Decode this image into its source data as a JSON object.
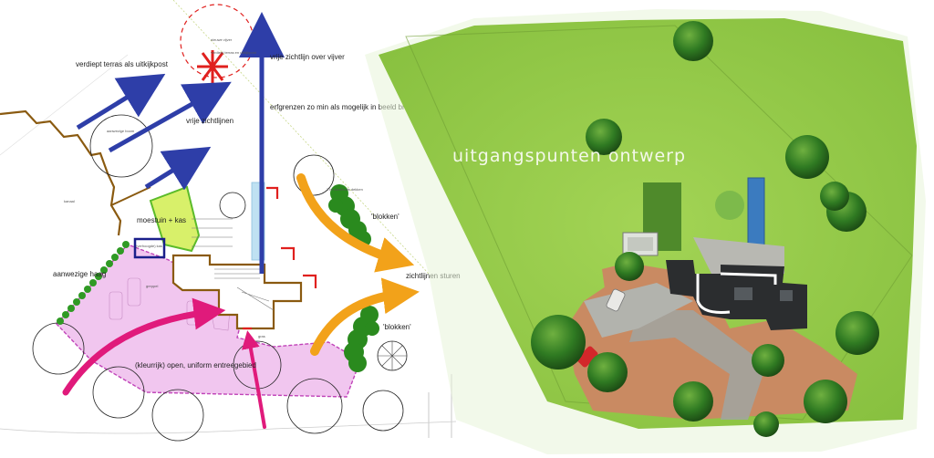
{
  "plan": {
    "labels": {
      "verdiept": "verdiept terras als uitkijkpost",
      "vrije_vijver": "vrije zichtlijn over vijver",
      "erfgrenzen": "erfgrenzen zo min als mogelijk in beeld brengen",
      "vrije_zichtlijnen": "vrije zichtlijnen",
      "moestuin": "moestuin + kas",
      "blokken_top": "'blokken'",
      "blokken_bottom": "'blokken'",
      "zichtlijnen_sturen": "zichtlijnen sturen",
      "aanwezige_haag": "aanwezige haag",
      "entree": "(kleurrijk) open, uniform entreegebied"
    },
    "small_labels": {
      "nieuwe_vijver": "nieuwe vijver",
      "verdiept_small": "verdiept terras en uitkijkpost",
      "aanwezige_boom": "aanwezige boom",
      "kanaal": "kanaal",
      "hardhout": "2 hr hardhouts dekken",
      "greppel": "greppel",
      "gras": "gras",
      "kas": "(verhoogde) kas"
    },
    "colors": {
      "blue_arrow": "#2e3ea8",
      "orange_arrow": "#f2a21a",
      "magenta_arrow": "#e01a7b",
      "pink_zone": "#f1c6ef",
      "pink_edge": "#c043b8",
      "brown_line": "#8a5a10",
      "hedge_green": "#2f9a24",
      "garden_yellow_green": "#d8f06a",
      "red_mark": "#e0201e"
    }
  },
  "render": {
    "title": "uitgangspunten ontwerp",
    "colors": {
      "lawn": "#93c94a",
      "paving": "#c98a62",
      "pond": "#3b7bbf",
      "roof": "#2b2d2f"
    }
  }
}
